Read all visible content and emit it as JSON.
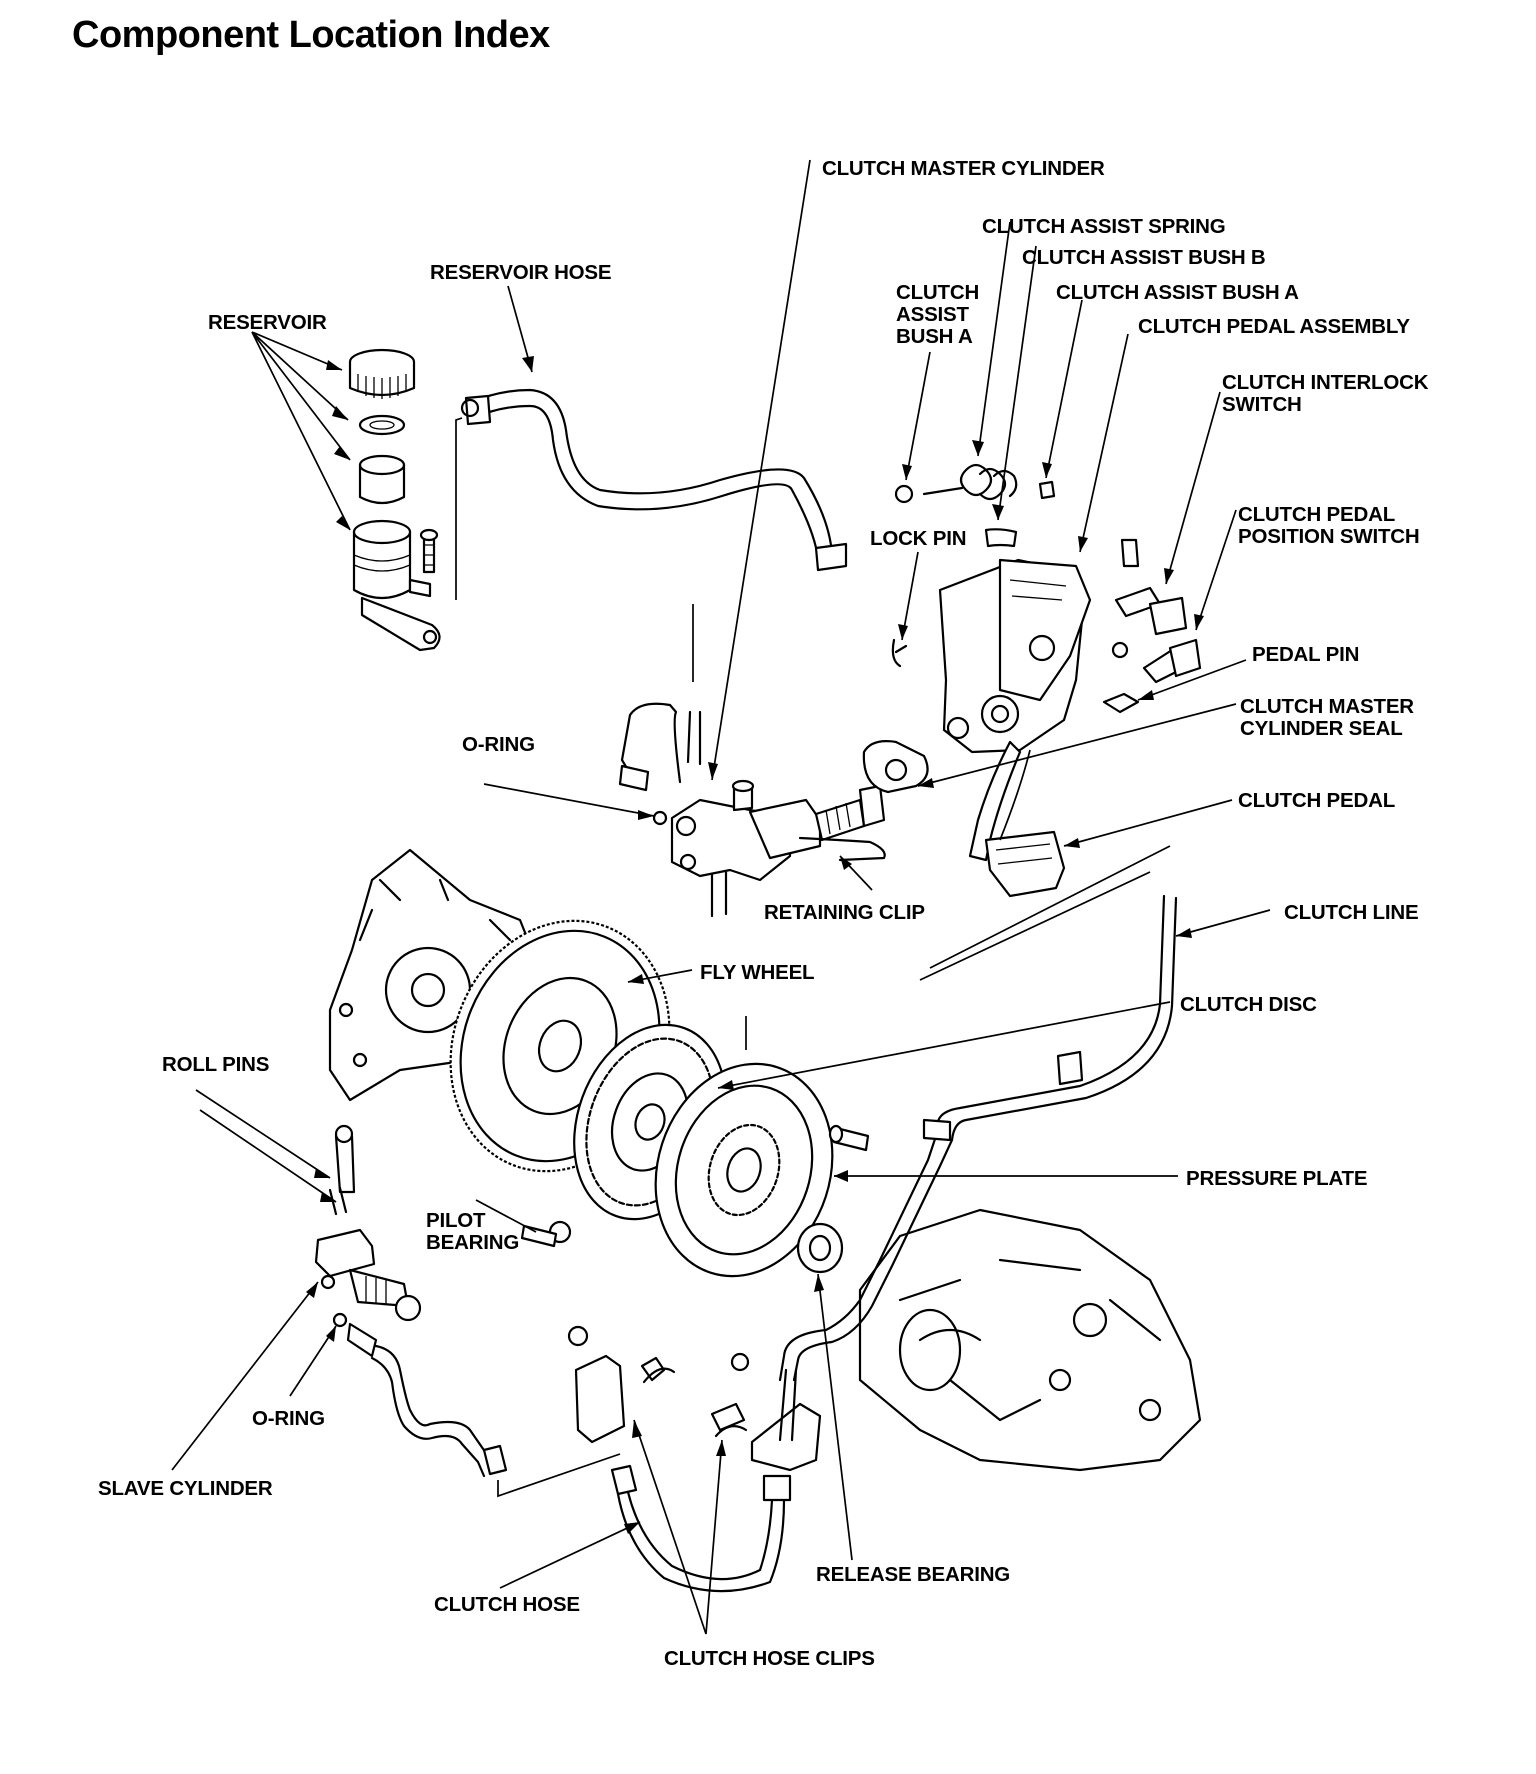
{
  "title": "Component Location Index",
  "labels": {
    "clutch_master_cylinder": "CLUTCH MASTER CYLINDER",
    "clutch_assist_spring": "CLUTCH ASSIST SPRING",
    "clutch_assist_bush_b": "CLUTCH ASSIST BUSH B",
    "clutch_assist_bush_a_stacked": "CLUTCH\nASSIST\nBUSH A",
    "clutch_assist_bush_a": "CLUTCH ASSIST BUSH A",
    "reservoir_hose": "RESERVOIR HOSE",
    "reservoir": "RESERVOIR",
    "clutch_pedal_assembly": "CLUTCH PEDAL ASSEMBLY",
    "clutch_interlock_switch": "CLUTCH INTERLOCK\nSWITCH",
    "lock_pin": "LOCK PIN",
    "clutch_pedal_position_switch": "CLUTCH PEDAL\nPOSITION SWITCH",
    "pedal_pin": "PEDAL PIN",
    "clutch_master_cylinder_seal": "CLUTCH MASTER\nCYLINDER SEAL",
    "o_ring_upper": "O-RING",
    "clutch_pedal": "CLUTCH PEDAL",
    "retaining_clip": "RETAINING CLIP",
    "clutch_line": "CLUTCH LINE",
    "fly_wheel": "FLY WHEEL",
    "clutch_disc": "CLUTCH DISC",
    "roll_pins": "ROLL PINS",
    "pressure_plate": "PRESSURE PLATE",
    "pilot_bearing": "PILOT\nBEARING",
    "o_ring_lower": "O-RING",
    "slave_cylinder": "SLAVE CYLINDER",
    "release_bearing": "RELEASE BEARING",
    "clutch_hose": "CLUTCH HOSE",
    "clutch_hose_clips": "CLUTCH HOSE CLIPS"
  }
}
